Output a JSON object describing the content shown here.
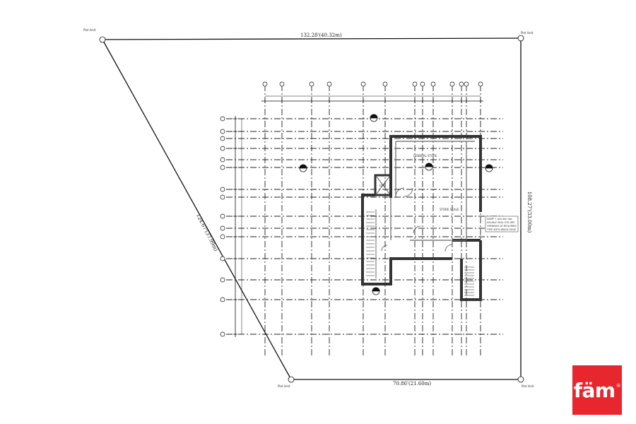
{
  "plot": {
    "top_length": "132.28'(40.32m)",
    "right_length": "108.27'(33.00m)",
    "bottom_length": "70.86'(21.60m)",
    "diagonal_length": "124.67'(37.99m)",
    "plot_limit_label": "Plot limit"
  },
  "rooms": {
    "general_store": "GENERAL STORE",
    "store_scale": "STORE SCALE",
    "lift": "LIFT"
  },
  "note": [
    "DAMP + dwr dwr dwr",
    "DOUBLE SEAL STR DRY",
    "OPENINGS AT REQUIRED",
    "TYPE WITH BRASS EDGE"
  ],
  "logo": {
    "text": "fäm",
    "mark": "®",
    "bg": "#e8262e"
  }
}
